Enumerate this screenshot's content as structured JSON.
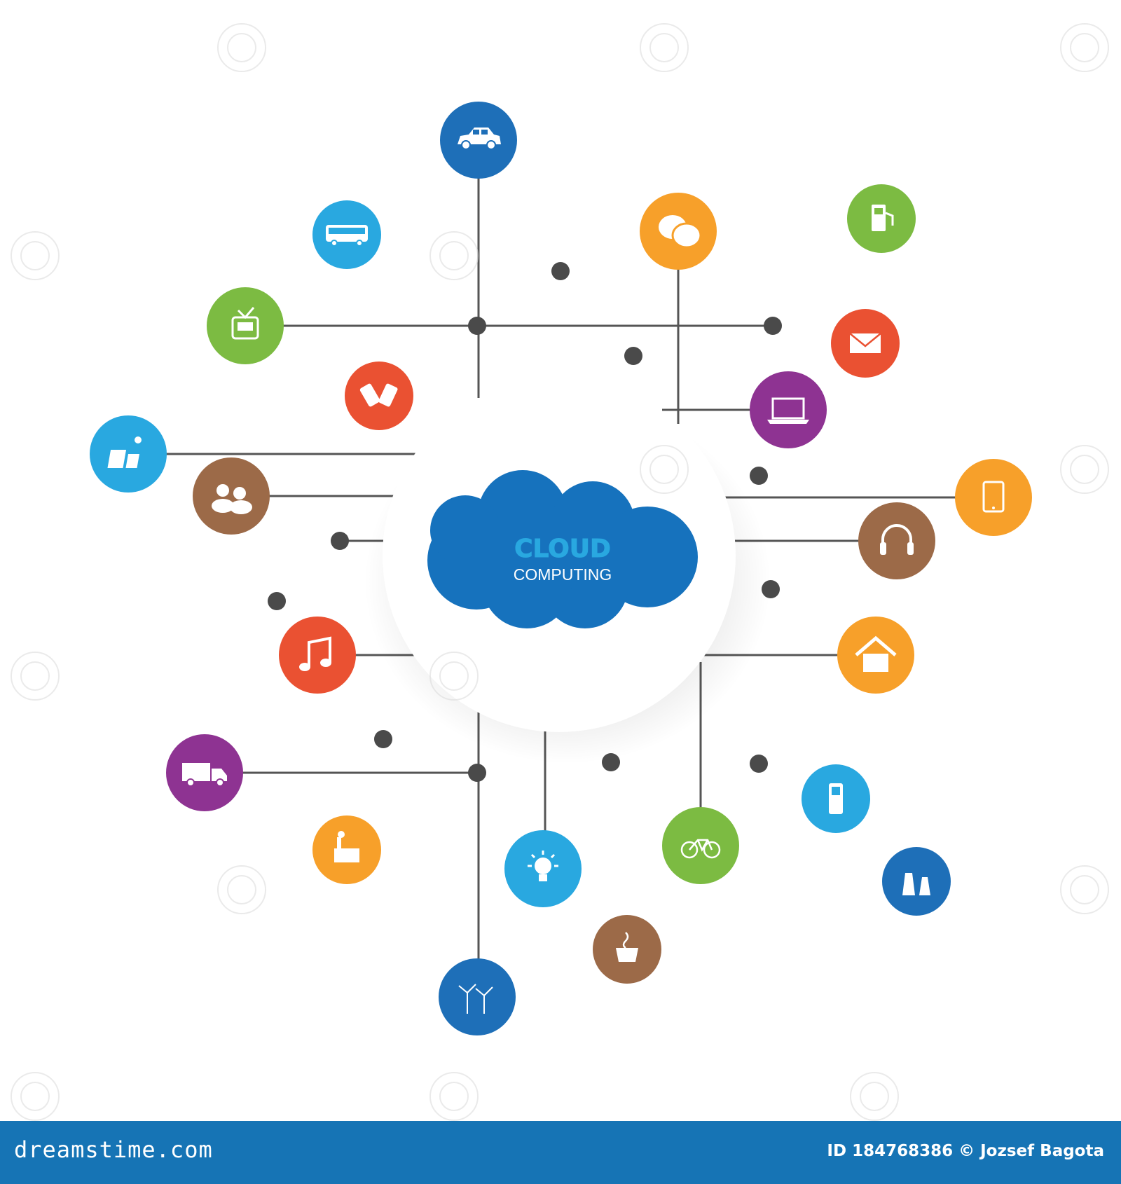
{
  "cloud": {
    "title": "CLOUD",
    "subtitle": "COMPUTING",
    "color": "#1672bd"
  },
  "colors": {
    "line": "#555555",
    "dot": "#4a4a4a",
    "blue": "#1e6fb8",
    "lightblue": "#29a8e0",
    "green": "#7cbb42",
    "orange": "#f7a02a",
    "red": "#ea5132",
    "purple": "#8e3392",
    "brown": "#9c6a48",
    "footer": "#1674b5"
  },
  "icons": [
    {
      "name": "car-icon",
      "color": "blue"
    },
    {
      "name": "bus-icon",
      "color": "lightblue"
    },
    {
      "name": "chat-bubbles-icon",
      "color": "orange"
    },
    {
      "name": "fuel-station-icon",
      "color": "green"
    },
    {
      "name": "tv-icon",
      "color": "green"
    },
    {
      "name": "mail-icon",
      "color": "red"
    },
    {
      "name": "mobile-phones-icon",
      "color": "red"
    },
    {
      "name": "laptop-icon",
      "color": "purple"
    },
    {
      "name": "solar-panel-icon",
      "color": "lightblue"
    },
    {
      "name": "people-icon",
      "color": "brown"
    },
    {
      "name": "tablet-icon",
      "color": "orange"
    },
    {
      "name": "headphones-icon",
      "color": "brown"
    },
    {
      "name": "music-note-icon",
      "color": "red"
    },
    {
      "name": "home-icon",
      "color": "orange"
    },
    {
      "name": "truck-icon",
      "color": "purple"
    },
    {
      "name": "cell-phone-icon",
      "color": "lightblue"
    },
    {
      "name": "factory-icon",
      "color": "orange"
    },
    {
      "name": "light-bulb-icon",
      "color": "lightblue"
    },
    {
      "name": "bicycle-icon",
      "color": "green"
    },
    {
      "name": "nuclear-plant-icon",
      "color": "blue"
    },
    {
      "name": "coffee-cup-icon",
      "color": "brown"
    },
    {
      "name": "wind-turbine-icon",
      "color": "blue"
    }
  ],
  "footer": {
    "brand": "dreamstime.com",
    "credit": "ID 184768386 © Jozsef Bagota"
  }
}
